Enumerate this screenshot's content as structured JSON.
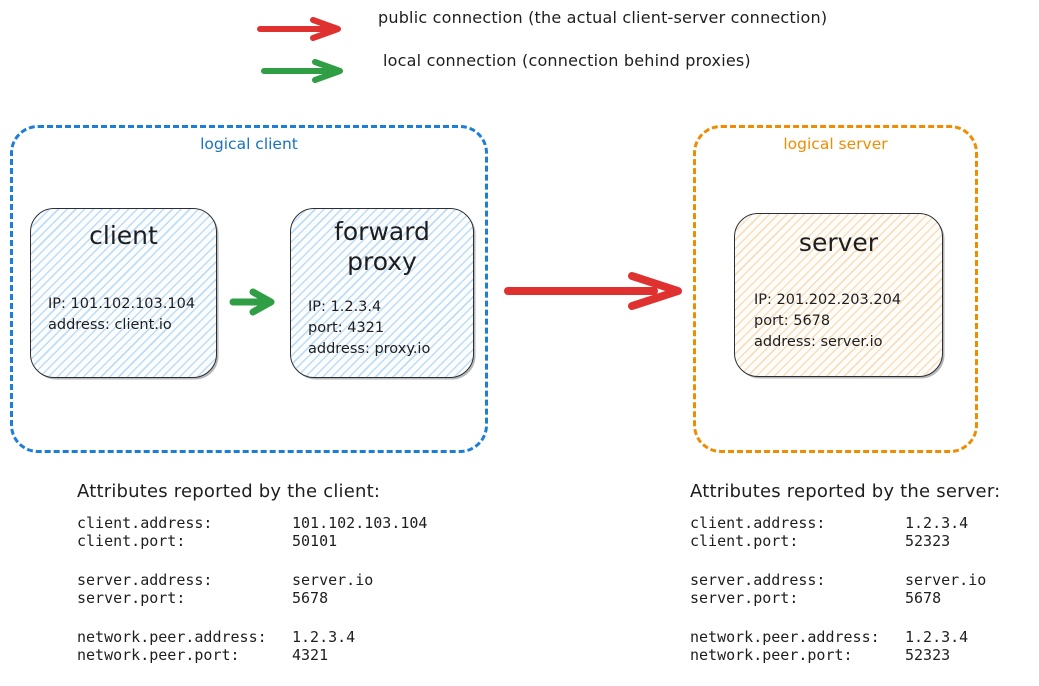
{
  "legend": {
    "public": {
      "label": "public connection (the actual client-server connection)",
      "color": "#e03131"
    },
    "local": {
      "label": "local connection (connection behind proxies)",
      "color": "#2f9e44"
    }
  },
  "logical_client": {
    "label": "logical client",
    "color": "#1971c2",
    "client_node": {
      "title": "client",
      "lines": [
        "IP: 101.102.103.104",
        "address: client.io"
      ]
    },
    "proxy_node": {
      "title": "forward proxy",
      "lines": [
        "IP: 1.2.3.4",
        "port: 4321",
        "address: proxy.io"
      ]
    }
  },
  "logical_server": {
    "label": "logical server",
    "color": "#f08c00",
    "server_node": {
      "title": "server",
      "lines": [
        "IP: 201.202.203.204",
        "port: 5678",
        "address: server.io"
      ]
    }
  },
  "attributes_client": {
    "title": "Attributes reported by the client:",
    "rows": [
      {
        "key": "client.address:",
        "value": "101.102.103.104"
      },
      {
        "key": "client.port:",
        "value": "50101"
      },
      {
        "key": "server.address:",
        "value": "server.io"
      },
      {
        "key": "server.port:",
        "value": "5678"
      },
      {
        "key": "network.peer.address:",
        "value": "1.2.3.4"
      },
      {
        "key": "network.peer.port:",
        "value": "4321"
      }
    ]
  },
  "attributes_server": {
    "title": "Attributes reported by the server:",
    "rows": [
      {
        "key": "client.address:",
        "value": "1.2.3.4"
      },
      {
        "key": "client.port:",
        "value": "52323"
      },
      {
        "key": "server.address:",
        "value": "server.io"
      },
      {
        "key": "server.port:",
        "value": "5678"
      },
      {
        "key": "network.peer.address:",
        "value": "1.2.3.4"
      },
      {
        "key": "network.peer.port:",
        "value": "52323"
      }
    ]
  }
}
